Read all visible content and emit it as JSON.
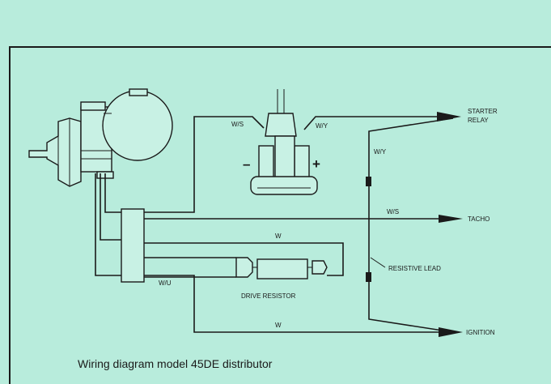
{
  "caption": "Wiring diagram model 45DE distributor",
  "labels": {
    "starter_relay_line1": "STARTER",
    "starter_relay_line2": "RELAY",
    "tacho": "TACHO",
    "ignition": "IGNITION",
    "resistive_lead": "RESISTIVE LEAD",
    "drive_resistor": "DRIVE RESISTOR",
    "minus": "–",
    "plus": "+",
    "wire_ws_top": "W/S",
    "wire_wy_top": "W/Y",
    "wire_wy_vertical": "W/Y",
    "wire_ws_tacho": "W/S",
    "wire_w_upper": "W",
    "wire_wu": "W/U",
    "wire_w_lower": "W"
  },
  "colors": {
    "background": "#b8ecdc",
    "ink": "#1a1a1a"
  }
}
